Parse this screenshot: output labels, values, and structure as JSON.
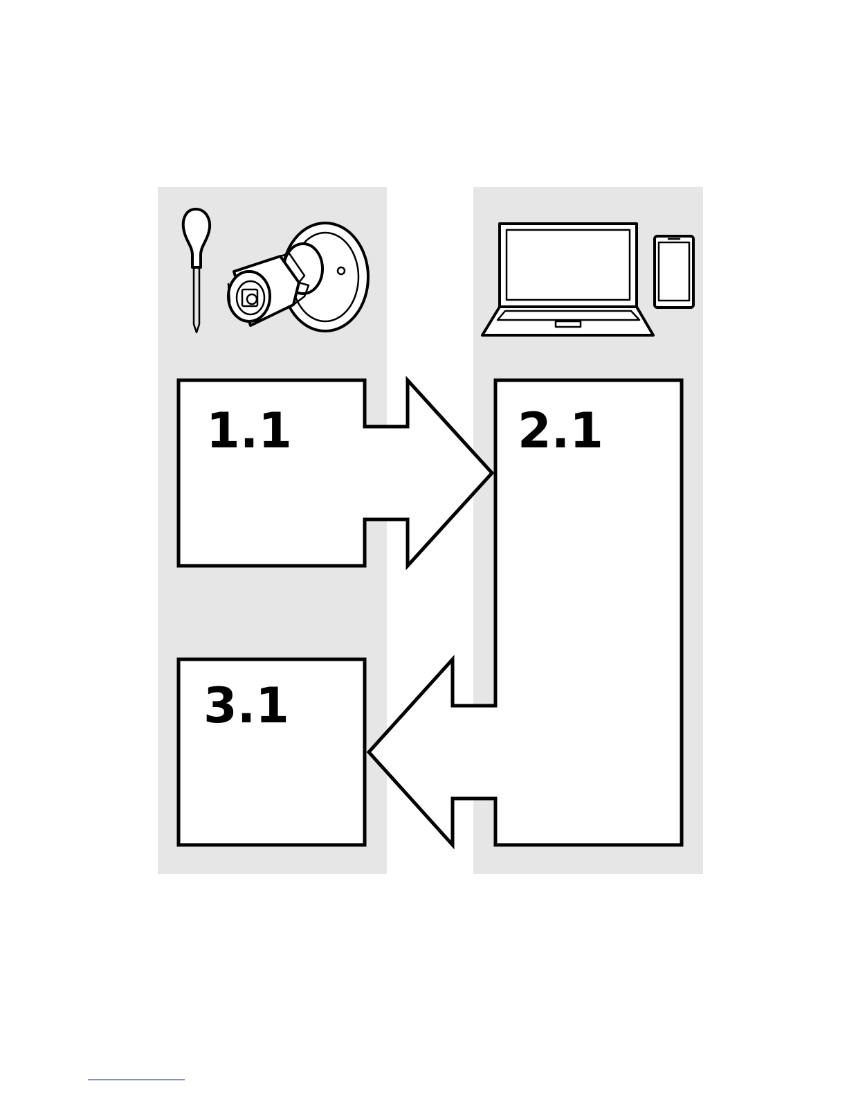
{
  "diagram": {
    "steps": [
      {
        "id": "step-1",
        "label": "1.1"
      },
      {
        "id": "step-2",
        "label": "2.1"
      },
      {
        "id": "step-3",
        "label": "3.1"
      }
    ],
    "columns": [
      {
        "id": "hardware-column",
        "icons": [
          "screwdriver-icon",
          "bullet-camera-icon"
        ]
      },
      {
        "id": "software-column",
        "icons": [
          "laptop-icon",
          "smartphone-icon"
        ]
      }
    ],
    "colors": {
      "panel": "#e6e6e6",
      "outline": "#000000",
      "fill": "#ffffff",
      "link": "#4a6fd0"
    }
  }
}
